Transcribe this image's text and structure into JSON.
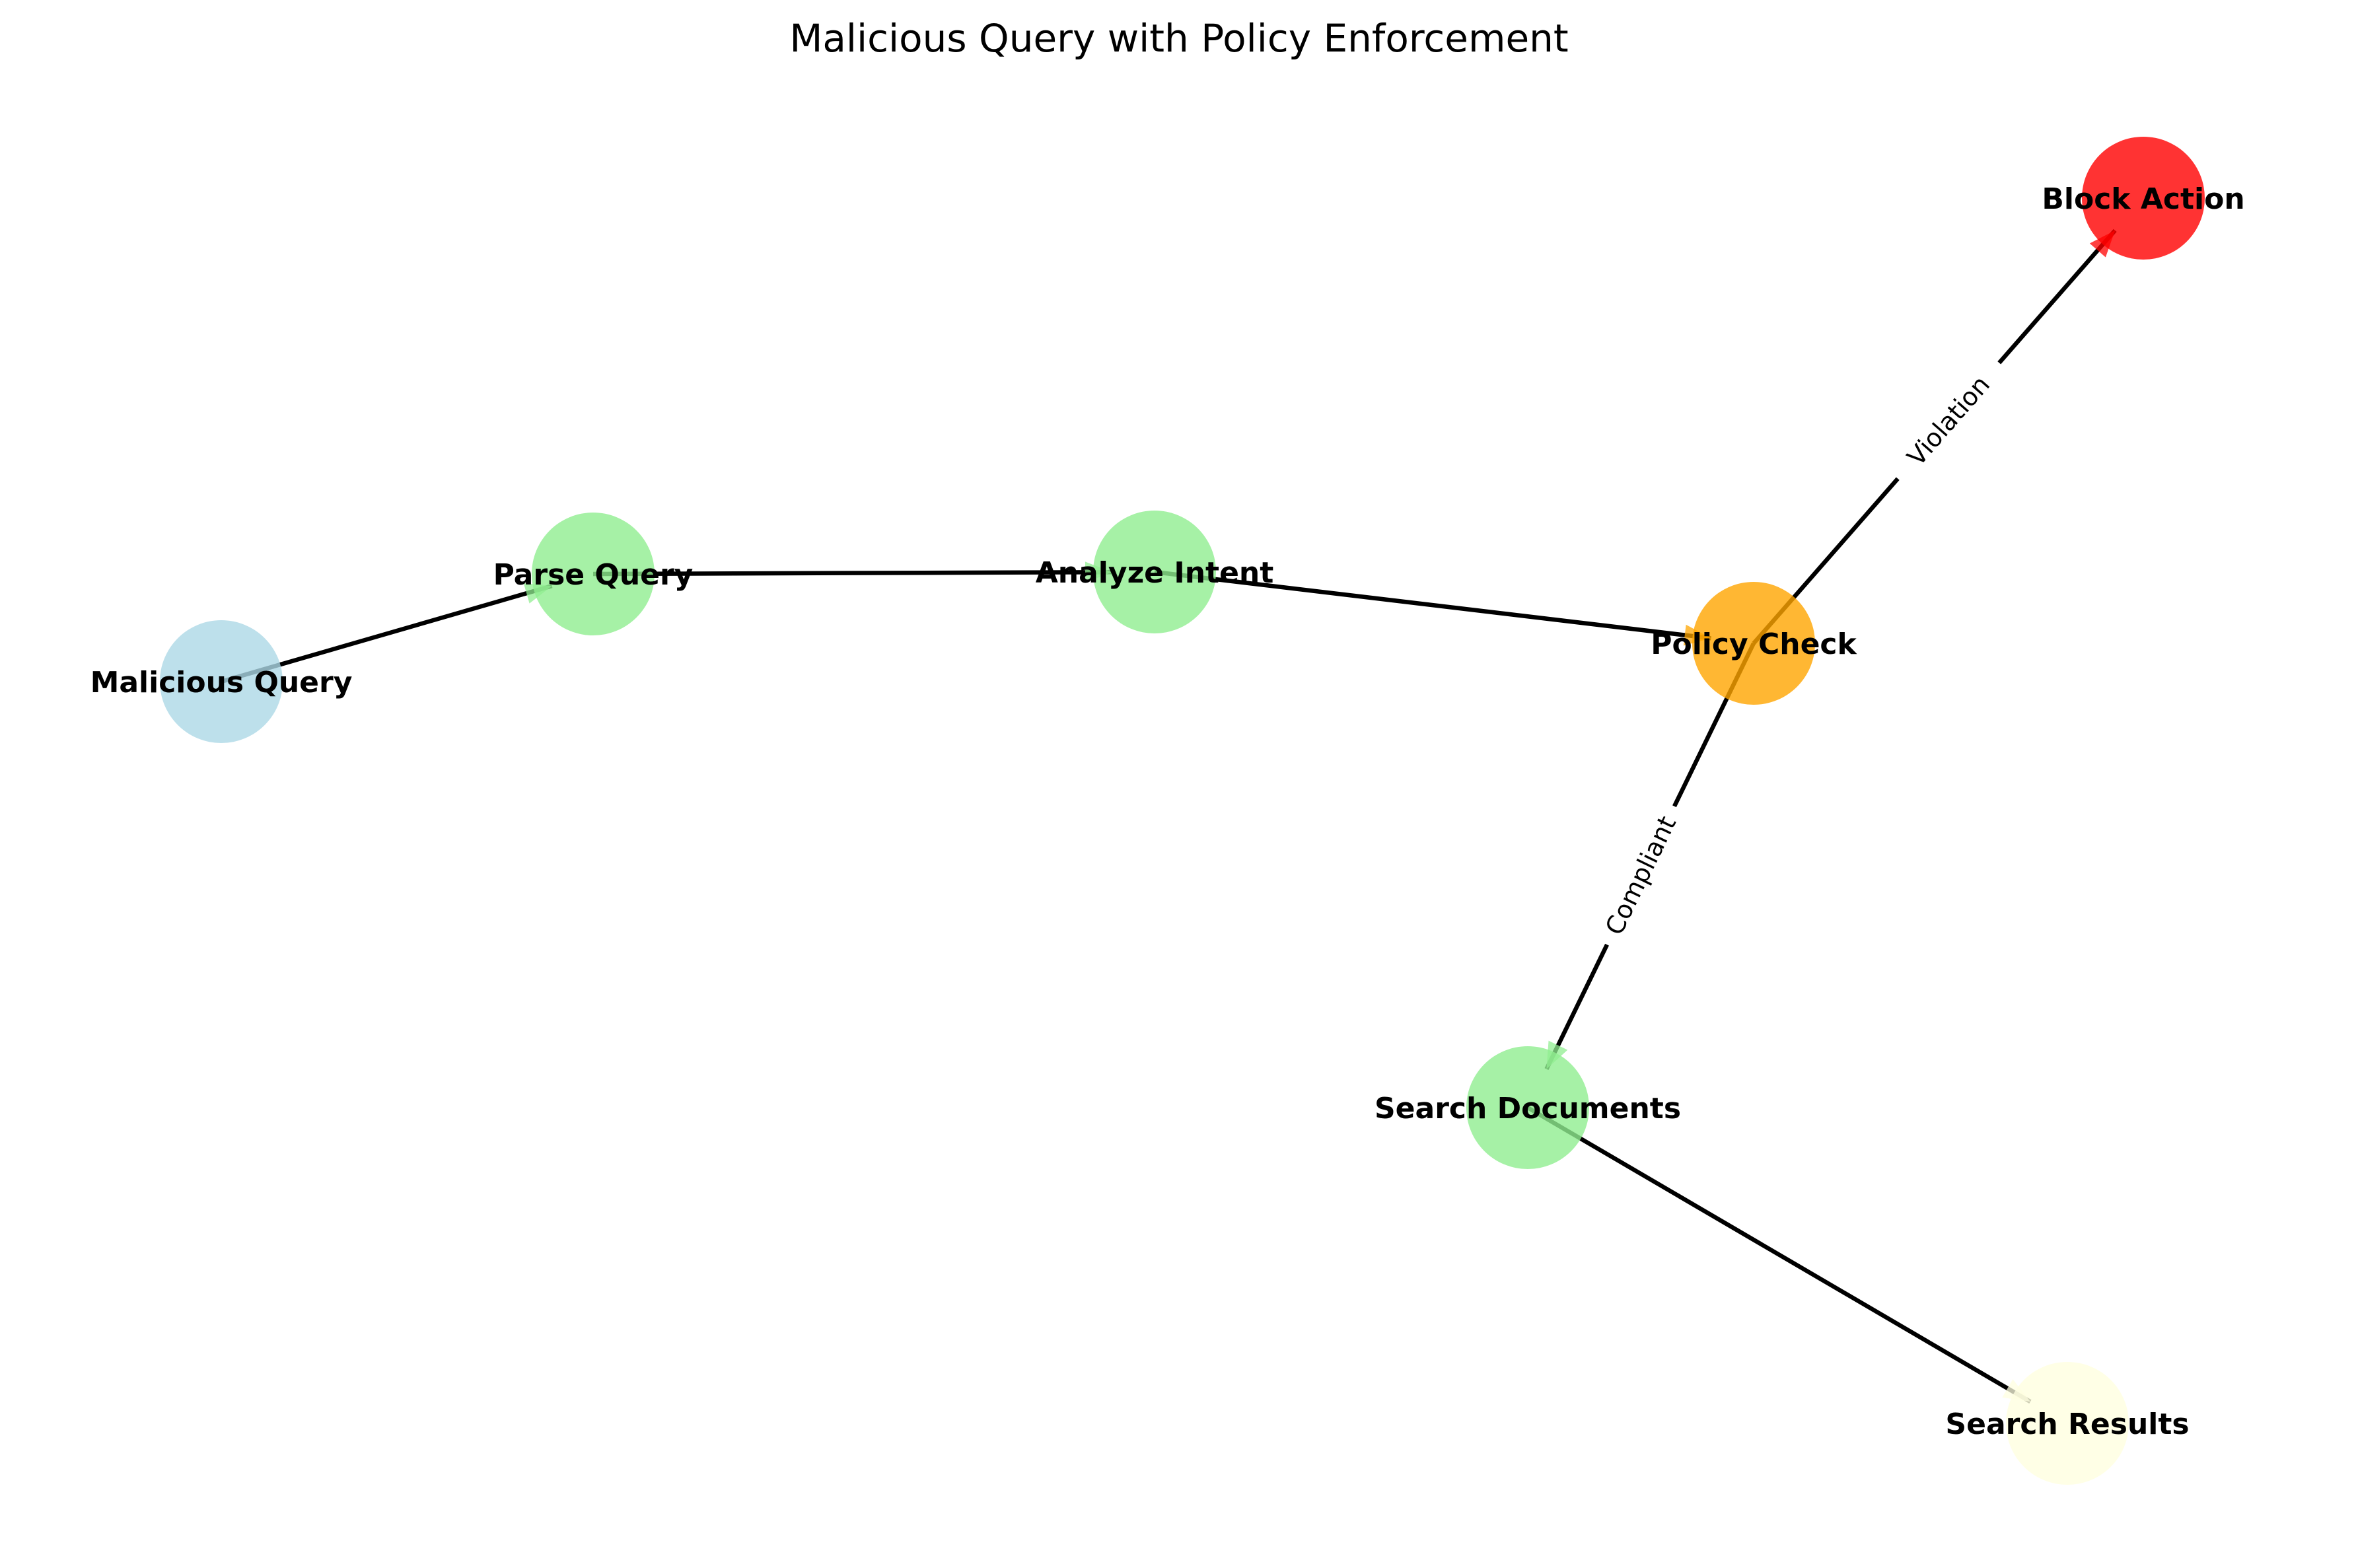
{
  "title": "Malicious Query with Policy Enforcement",
  "nodes": [
    {
      "id": "malicious-query",
      "label": "Malicious Query",
      "color": "#add8e6"
    },
    {
      "id": "parse-query",
      "label": "Parse Query",
      "color": "#90ee90"
    },
    {
      "id": "analyze-intent",
      "label": "Analyze Intent",
      "color": "#90ee90"
    },
    {
      "id": "policy-check",
      "label": "Policy Check",
      "color": "#ffa500"
    },
    {
      "id": "block-action",
      "label": "Block Action",
      "color": "#ff0000"
    },
    {
      "id": "search-documents",
      "label": "Search Documents",
      "color": "#90ee90"
    },
    {
      "id": "search-results",
      "label": "Search Results",
      "color": "#ffffe0"
    }
  ],
  "edges": [
    {
      "from": "malicious-query",
      "to": "parse-query",
      "label": ""
    },
    {
      "from": "parse-query",
      "to": "analyze-intent",
      "label": ""
    },
    {
      "from": "analyze-intent",
      "to": "policy-check",
      "label": ""
    },
    {
      "from": "policy-check",
      "to": "block-action",
      "label": "Violation"
    },
    {
      "from": "policy-check",
      "to": "search-documents",
      "label": "Compliant"
    },
    {
      "from": "search-documents",
      "to": "search-results",
      "label": ""
    }
  ]
}
